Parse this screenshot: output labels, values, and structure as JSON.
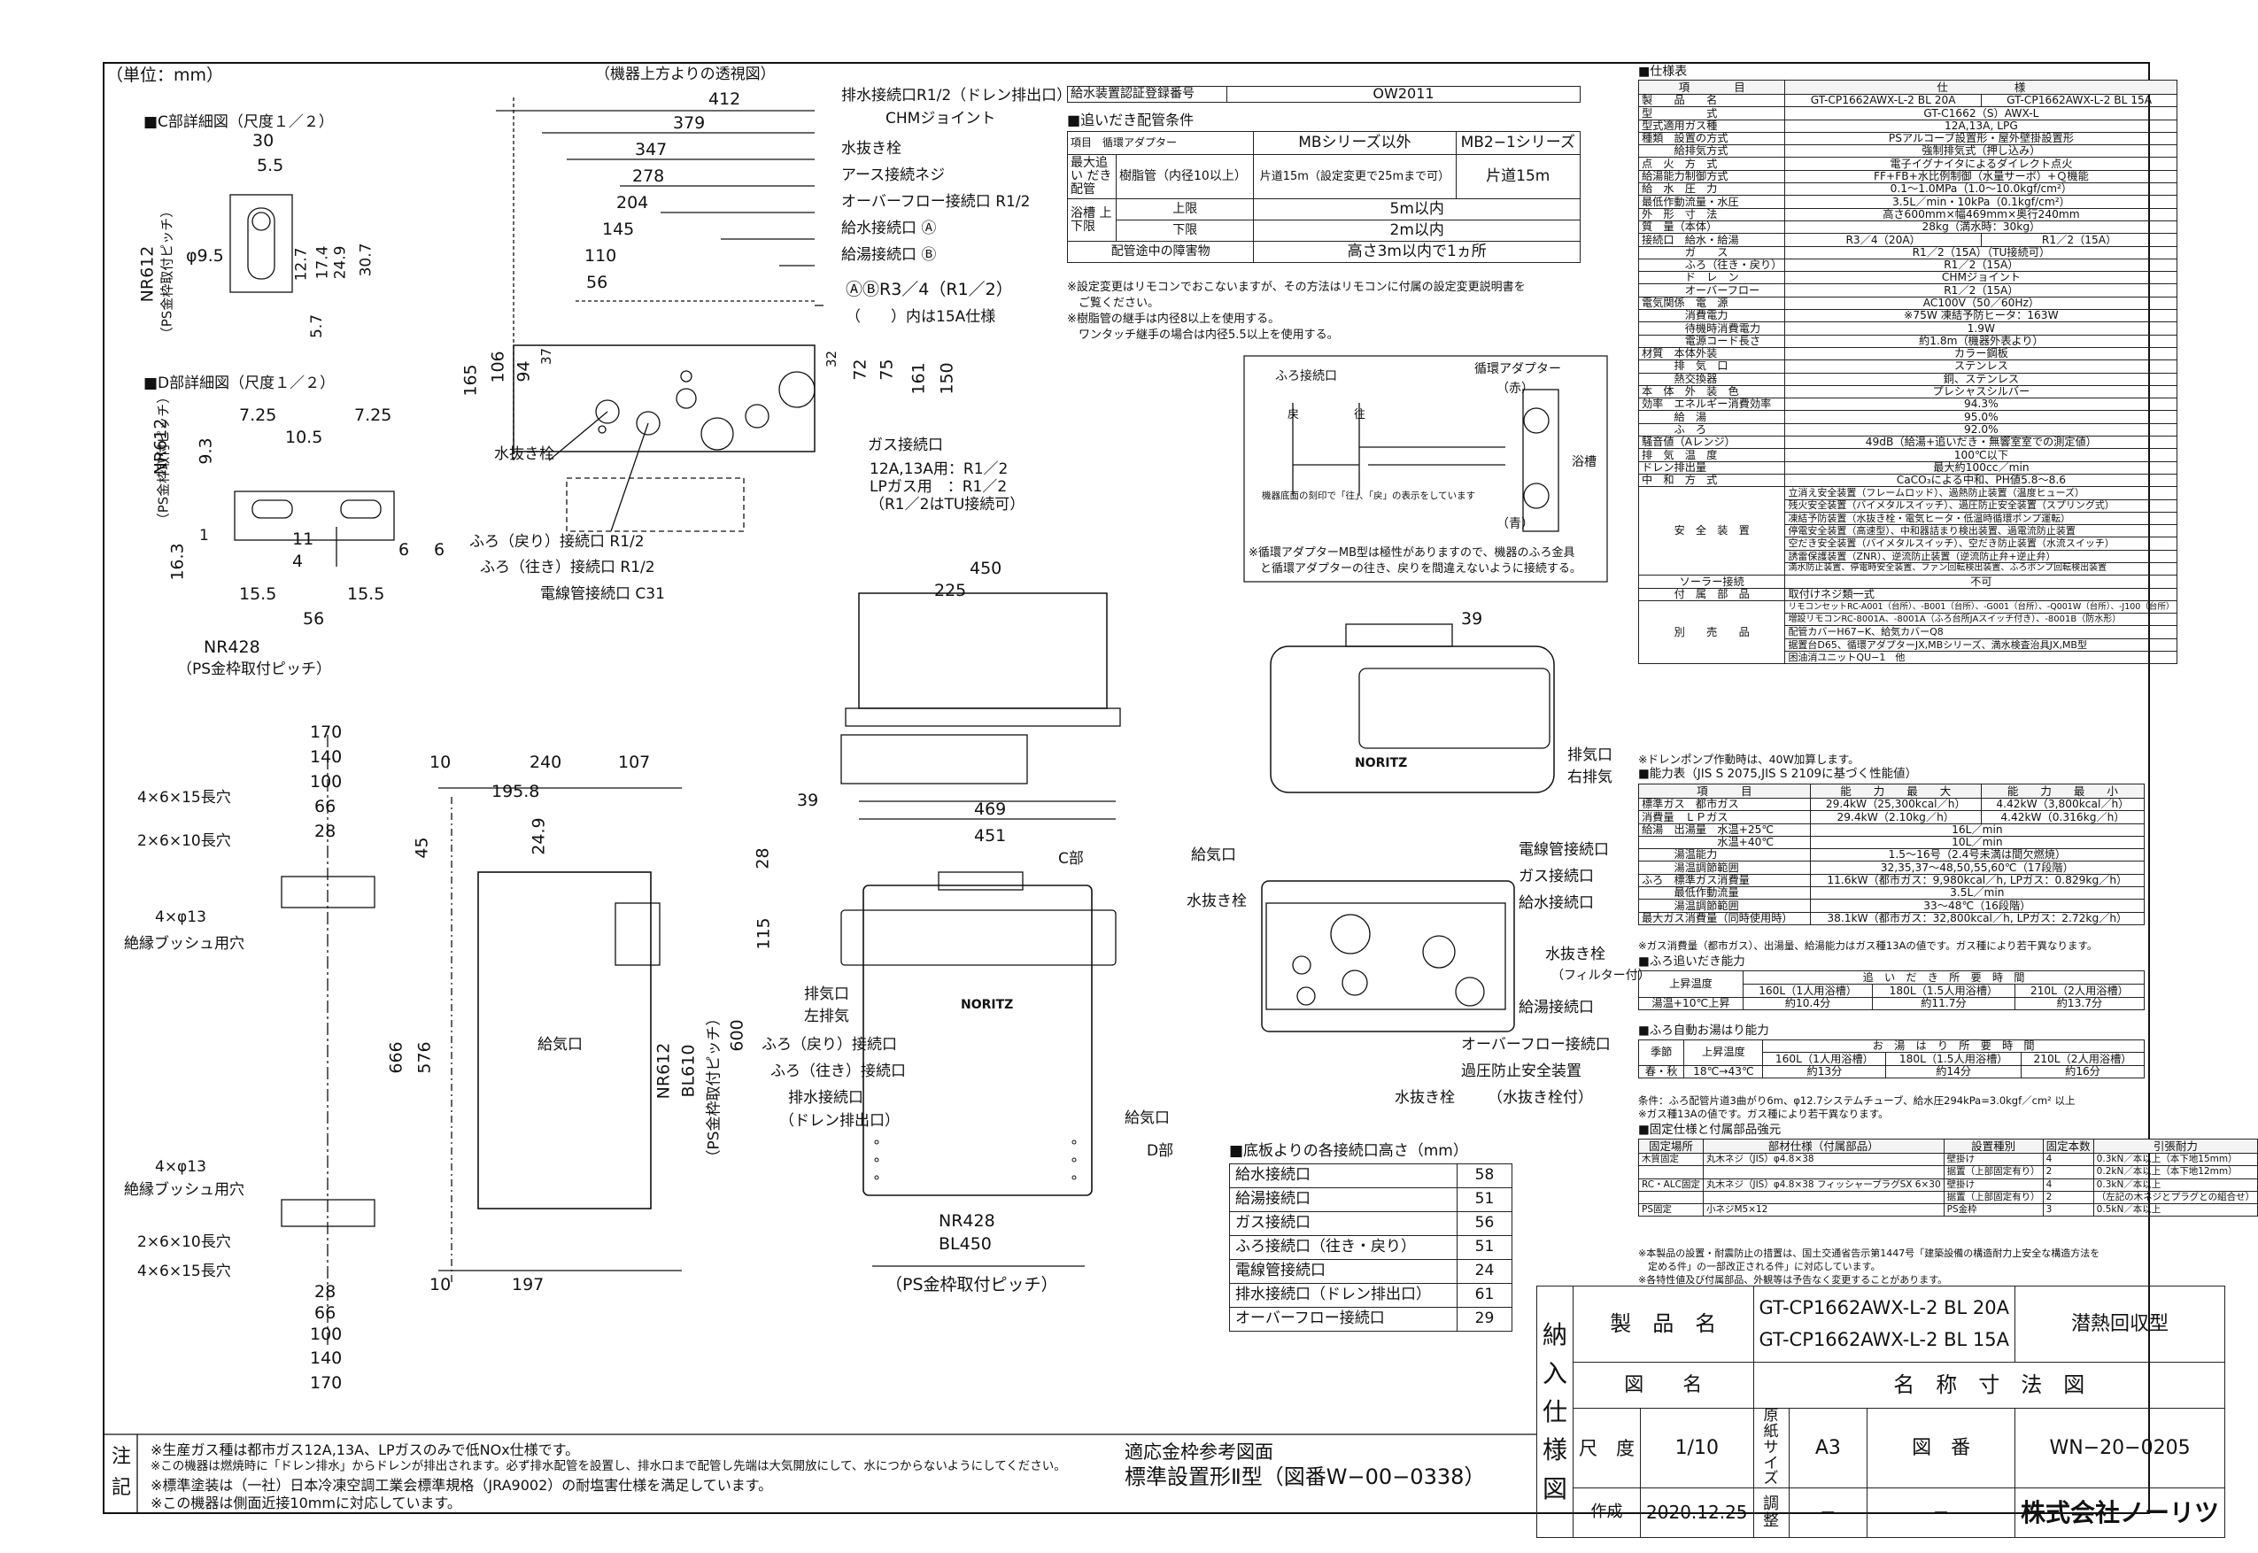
{
  "unit": "（単位：mm）",
  "views": {
    "top_view": "（機器上方よりの透視図）",
    "c_detail": "■C部詳細図（尺度１／２）",
    "d_detail": "■D部詳細図（尺度１／２）"
  },
  "top_dims": [
    "412",
    "379",
    "347",
    "278",
    "204",
    "145",
    "110",
    "56"
  ],
  "top_vdims": [
    "165",
    "106",
    "94",
    "37",
    "32",
    "72",
    "75",
    "161",
    "150"
  ],
  "c_dims": [
    "30",
    "5.5",
    "φ9.5",
    "12.7",
    "17.4",
    "24.9",
    "30.7",
    "5.7",
    "NR612",
    "（PS金枠取付ピッチ）"
  ],
  "d_dims": [
    "7.25",
    "10.5",
    "7.25",
    "9.3",
    "NR612",
    "（PS金枠取付ピッチ）",
    "16.3",
    "1",
    "11",
    "4",
    "6",
    "6",
    "15.5",
    "15.5",
    "56",
    "NR428",
    "（PS金枠取付ピッチ）"
  ],
  "callouts": {
    "drain": "排水接続口R1/2（ドレン排出口）",
    "chm": "CHMジョイント",
    "drain_plug": "水抜き栓",
    "earth": "アース接続ネジ",
    "overflow": "オーバーフロー接続口 R1/2",
    "water_in": "給水接続口 Ⓐ",
    "hot_out": "給湯接続口 Ⓑ",
    "ab_size": "ⒶⒷR3／4（R1／2）",
    "ab_note": "（　　）内は15A仕様",
    "gas": "ガス接続口",
    "gas_spec1": "12A,13A用：R1／2",
    "gas_spec2": "LPガス用　：R1／2",
    "gas_spec3": "（R1／2はTU接続可）",
    "drain_plug2": "水抜き栓",
    "bath_return": "ふろ（戻り）接続口 R1/2",
    "bath_go": "ふろ（往き）接続口 R1/2",
    "conduit": "電線管接続口 C31"
  },
  "reg": {
    "label": "給水装置認証登録番号",
    "value": "OW2011"
  },
  "reheat": {
    "title": "■追いだき配管条件",
    "col_item": "項目",
    "col_adapter": "循環アダプター",
    "col_mb": "MBシリーズ以外",
    "col_mb2": "MB2−1シリーズ",
    "r1_head": "最大追い だき配管",
    "r1_pipe": "樹脂管（内径10以上）",
    "r1_mb": "片道15m（設定変更で25mまで可）",
    "r1_mb2": "片道15m",
    "r2_head": "浴槽 上下限",
    "r2_up": "上限",
    "r2_up_v": "5m以内",
    "r2_low": "下限",
    "r2_low_v": "2m以内",
    "r3": "配管途中の障害物",
    "r3_v": "高さ3m以内で1ヵ所",
    "note1": "※設定変更はリモコンでおこないますが、その方法はリモコンに付属の設定変更説明書を",
    "note1b": "　ご覧ください。",
    "note2": "※樹脂管の継手は内径8以上を使用する。",
    "note2b": "　ワンタッチ継手の場合は内径5.5以上を使用する。"
  },
  "adapter_fig": {
    "bath": "ふろ接続口",
    "adapter": "循環アダプター",
    "red": "（赤）",
    "blue": "（青）",
    "tub": "浴槽",
    "ret": "戻",
    "go": "往",
    "caption": "機器底面の刻印で「往」、「戻」の表示をしています",
    "note1": "※循環アダプターMB型は極性がありますので、機器のふろ金具",
    "note2": "　と循環アダプターの往き、戻りを間違えないように接続する。"
  },
  "front": {
    "d450": "450",
    "d225": "225",
    "d469": "469",
    "d451": "451",
    "d39": "39",
    "d28": "28",
    "d115": "115",
    "d600": "600",
    "c_part": "C部",
    "d_part": "D部",
    "exhaust": "排気口",
    "left_ex": "左排気",
    "nr428": "NR428",
    "bl450": "BL450",
    "ps": "（PS金枠取付ピッチ）",
    "brand": "NORITZ",
    "bath_r": "ふろ（戻り）接続口",
    "bath_g": "ふろ（往き）接続口",
    "drain": "排水接続口",
    "drain2": "（ドレン排出口）",
    "intake": "給気口"
  },
  "side": {
    "d10": "10",
    "d240": "240",
    "d107": "107",
    "d195": "195.8",
    "d24": "24.9",
    "d45": "45",
    "d666": "666",
    "d576": "576",
    "nr612": "NR612",
    "bl610": "BL610",
    "ps": "（PS金枠取付ピッチ）",
    "intake": "給気口",
    "d10b": "10",
    "d197": "197"
  },
  "bracket": {
    "d170": "170",
    "d140": "140",
    "d100": "100",
    "d66": "66",
    "d28": "28",
    "slot15": "4×6×15長穴",
    "slot10": "2×6×10長穴",
    "hole": "4×φ13",
    "bush": "絶縁ブッシュ用穴"
  },
  "topright": {
    "d39": "39",
    "exhaust": "排気口",
    "right": "右排気"
  },
  "bottom": {
    "intake": "給気口",
    "drain_plug": "水抜き栓",
    "conduit": "電線管接続口",
    "gas": "ガス接続口",
    "water": "給水接続口",
    "drain_plug2": "水抜き栓",
    "filter": "（フィルター付）",
    "hot": "給湯接続口",
    "overflow": "オーバーフロー接続口",
    "relief": "過圧防止安全装置",
    "relief2": "（水抜き栓付）",
    "drain_plug3": "水抜き栓",
    "bath_r": "ふろ（戻り）接続口",
    "bath_g": "ふろ（往き）接続口",
    "drain": "排水接続口",
    "drain2": "（ドレン排出口）",
    "brand": "NORITZ"
  },
  "heights": {
    "title": "■底板よりの各接続口高さ（mm）",
    "rows": [
      [
        "給水接続口",
        "58"
      ],
      [
        "給湯接続口",
        "51"
      ],
      [
        "ガス接続口",
        "56"
      ],
      [
        "ふろ接続口（往き・戻り）",
        "51"
      ],
      [
        "電線管接続口",
        "24"
      ],
      [
        "排水接続口（ドレン排出口）",
        "61"
      ],
      [
        "オーバーフロー接続口",
        "29"
      ]
    ]
  },
  "spec": {
    "title": "■仕様表",
    "h_item": "項　　　　目",
    "h_spec": "仕　　　　　　様",
    "rows": [
      [
        "製　　品　　名",
        "GT-CP1662AWX-L-2 BL 20A",
        "GT-CP1662AWX-L-2 BL 15A"
      ],
      [
        "型　　　　　式",
        "GT-C1662（S）AWX-L",
        ""
      ],
      [
        "型式適用ガス種",
        "12A,13A, LPG",
        ""
      ],
      [
        "種類　設置の方式",
        "PSアルコーブ設置形・屋外壁掛設置形",
        ""
      ],
      [
        "　　　給排気方式",
        "強制排気式（押し込み）",
        ""
      ],
      [
        "点　火　方　式",
        "電子イグナイタによるダイレクト点火",
        ""
      ],
      [
        "給湯能力制御方式",
        "FF+FB+水比例制御（水量サーボ）+Ｑ機能",
        ""
      ],
      [
        "給　水　圧　力",
        "0.1〜1.0MPa（1.0〜10.0kgf/cm²）",
        ""
      ],
      [
        "最低作動流量・水圧",
        "3.5L／min・10kPa（0.1kgf/cm²）",
        ""
      ],
      [
        "外　形　寸　法",
        "高さ600mm×幅469mm×奥行240mm",
        ""
      ],
      [
        "質　量（本体）",
        "28kg（満水時：30kg）",
        ""
      ],
      [
        "接続口　給水・給湯",
        "R3／4（20A）",
        "R1／2（15A）"
      ],
      [
        "　　　　ガ　　ス",
        "R1／2（15A）（TU接続可）",
        ""
      ],
      [
        "　　　　ふろ（往き・戻り）",
        "R1／2（15A）",
        ""
      ],
      [
        "　　　　ド　レ　ン",
        "CHMジョイント",
        ""
      ],
      [
        "　　　　オーバーフロー",
        "R1／2（15A）",
        ""
      ],
      [
        "電気関係　電　源",
        "AC100V（50／60Hz）",
        ""
      ],
      [
        "　　　　消費電力",
        "※75W 凍結予防ヒータ：163W",
        ""
      ],
      [
        "　　　　待機時消費電力",
        "1.9W",
        ""
      ],
      [
        "　　　　電源コード長さ",
        "約1.8m（機器外表より）",
        ""
      ],
      [
        "材質　本体外装",
        "カラー鋼板",
        ""
      ],
      [
        "　　　排　気　口",
        "ステンレス",
        ""
      ],
      [
        "　　　熱交換器",
        "銅、ステンレス",
        ""
      ],
      [
        "本　体　外　装　色",
        "プレシャスシルバー",
        ""
      ],
      [
        "効率　エネルギー消費効率",
        "94.3%",
        ""
      ],
      [
        "　　　給　湯",
        "95.0%",
        ""
      ],
      [
        "　　　ふ　ろ",
        "92.0%",
        ""
      ],
      [
        "騒音値（Aレンジ）",
        "49dB（給湯+追いだき・無響室室での測定値）",
        ""
      ],
      [
        "排　気　温　度",
        "100℃以下",
        ""
      ],
      [
        "ドレン排出量",
        "最大約100cc／min",
        ""
      ],
      [
        "中　和　方　式",
        "CaCO₃による中和、PH値5.8〜8.6",
        ""
      ]
    ],
    "safety_head": "安　全　装　置",
    "safety": [
      "立消え安全装置（フレームロッド）、過熱防止装置（温度ヒューズ）",
      "残火安全装置（バイメタルスイッチ）、過圧防止安全装置（スプリング式）",
      "凍結予防装置（水抜き栓・電気ヒータ・低温時循環ポンプ運転）",
      "停電安全装置（高速型）、中和器詰まり検出装置、過電流防止装置",
      "空だき安全装置（バイメタルスイッチ）、空だき防止装置（水流スイッチ）",
      "誘雷保護装置（ZNR）、逆流防止装置（逆流防止弁+逆止弁）",
      "満水防止装置、停電時安全装置、ファン回転検出装置、ふろポンプ回転検出装置"
    ],
    "solar": [
      "ソーラー接続",
      "不可"
    ],
    "accessory": [
      "付　属　部　品",
      "取付けネジ類一式"
    ],
    "options_head": "別　　売　　品",
    "options": [
      "リモコンセットRC-A001（台所）、-B001（台所）、-G001（台所）、-Q001W（台所）、-J100（台所）",
      "増設リモコンRC-8001A、-8001A（ふろ台所JAスイッチ付き）、-8001B（防水形）",
      "配管カバーH67−K、給気カバーQ8",
      "据置台D65、循環アダプターJX,MBシリーズ、満水検査治具JX,MB型",
      "困油消ユニットQU−1　他"
    ],
    "foot": "※ドレンポンプ作動時は、40W加算します。"
  },
  "capacity": {
    "title": "■能力表（JIS S 2075,JIS S 2109に基づく性能値）",
    "h": [
      "項　　　目",
      "能　　力　　最　　大",
      "能　　力　　最　　小"
    ],
    "rows": [
      [
        "標準ガス　都市ガス",
        "29.4kW（25,300kcal／h）",
        "4.42kW（3,800kcal／h）"
      ],
      [
        "消費量　ＬＰガス",
        "29.4kW（2.10kg／h）",
        "4.42kW（0.316kg／h）"
      ],
      [
        "給湯　出湯量　水温+25℃",
        "16L／min",
        ""
      ],
      [
        "　　　　　　　水温+40℃",
        "10L／min",
        ""
      ],
      [
        "　　　湯温能力",
        "1.5〜16号（2.4号未満は間欠燃焼）",
        ""
      ],
      [
        "　　　湯温調節範囲",
        "32,35,37〜48,50,55,60℃（17段階）",
        ""
      ],
      [
        "ふろ　標準ガス消費量",
        "11.6kW（都市ガス：9,980kcal／h, LPガス：0.829kg／h）",
        ""
      ],
      [
        "　　　最低作動流量",
        "3.5L／min",
        ""
      ],
      [
        "　　　湯温調節範囲",
        "33〜48℃（16段階）",
        ""
      ],
      [
        "最大ガス消費量（同時使用時）",
        "38.1kW（都市ガス：32,800kcal／h, LPガス：2.72kg／h）",
        ""
      ]
    ],
    "foot": "※ガス消費量（都市ガス）、出湯量、給湯能力はガス種13Aの値です。ガス種により若干異なります。"
  },
  "reheat_cap": {
    "title": "■ふろ追いだき能力",
    "h1": "上昇温度",
    "h2": "追　い　だ　き　所　要　時　間",
    "cols": [
      "160L（1人用浴槽）",
      "180L（1.5人用浴槽）",
      "210L（2人用浴槽）"
    ],
    "row": [
      "湯温+10℃上昇",
      "約10.4分",
      "約11.7分",
      "約13.7分"
    ]
  },
  "fill_cap": {
    "title": "■ふろ自動お湯はり能力",
    "h1": "季節",
    "h2": "上昇温度",
    "h3": "お　湯　は　り　所　要　時　間",
    "cols": [
      "160L（1人用浴槽）",
      "180L（1.5人用浴槽）",
      "210L（2人用浴槽）"
    ],
    "row": [
      "春・秋",
      "18℃→43℃",
      "約13分",
      "約14分",
      "約16分"
    ],
    "foot1": "条件：ふろ配管片道3曲がり6m、φ12.7システムチューブ、給水圧294kPa=3.0kgf／cm² 以上",
    "foot2": "※ガス種13Aの値です。ガス種により若干異なります。"
  },
  "fixing": {
    "title": "■固定仕様と付属部品強元",
    "h": [
      "固定場所",
      "部材仕様（付属部品）",
      "設置種別",
      "固定本数",
      "引張耐力"
    ],
    "rows": [
      [
        "木質固定",
        "丸木ネジ（JIS）φ4.8×38",
        "壁掛け",
        "4",
        "0.3kN／本以上（本下地15mm）"
      ],
      [
        "",
        "",
        "据置（上部固定有り）",
        "2",
        "0.2kN／本以上（本下地12mm）"
      ],
      [
        "RC・ALC固定",
        "丸木ネジ（JIS）φ4.8×38 フィッシャープラグSX 6×30",
        "壁掛け",
        "4",
        "0.3kN／本以上"
      ],
      [
        "",
        "",
        "据置（上部固定有り）",
        "2",
        "（左記の木ネジとプラグとの組合せ）"
      ],
      [
        "PS固定",
        "小ネジM5×12",
        "PS金枠",
        "3",
        "0.5kN／本以上"
      ]
    ],
    "foot1": "※本製品の設置・耐震防止の措置は、国土交通省告示第1447号「建築設備の構造耐力上安全な構造方法を",
    "foot2": "　定める件」の一部改正される件」に対応しています。",
    "foot3": "※各特性値及び付属部品、外観等は予告なく変更することがあります。"
  },
  "notes": {
    "head": "注記",
    "lines": [
      "※生産ガス種は都市ガス12A,13A、LPガスのみで低NOx仕様です。",
      "※この機器は燃焼時に「ドレン排水」からドレンが排出されます。必ず排水配管を設置し、排水口まで配管し先端は大気開放にして、水につからないようにしてください。",
      "※標準塗装は（一社）日本冷凍空調工業会標準規格（JRA9002）の耐塩害仕様を満足しています。",
      "※この機器は側面近接10mmに対応しています。"
    ],
    "ref1": "適応金枠参考図面",
    "ref2": "標準設置形Ⅱ型（図番W−00−0338）"
  },
  "titleblock": {
    "side": [
      "納",
      "入",
      "仕",
      "様",
      "図"
    ],
    "product_label": "製　品　名",
    "product1": "GT-CP1662AWX-L-2 BL 20A",
    "product2": "GT-CP1662AWX-L-2 BL 15A",
    "type": "潜熱回収型",
    "drawing_label": "図　　名",
    "drawing": "名　称　寸　法　図",
    "scale_label": "尺　度",
    "scale": "1/10",
    "paper_label": "原紙サイズ",
    "paper": "A3",
    "num_label": "図　番",
    "num": "WN−20−0205",
    "made_label": "作成",
    "made": "2020.12.25",
    "check_label": "調整",
    "check": "−",
    "check2": "−",
    "company": "株式会社ノーリツ"
  }
}
